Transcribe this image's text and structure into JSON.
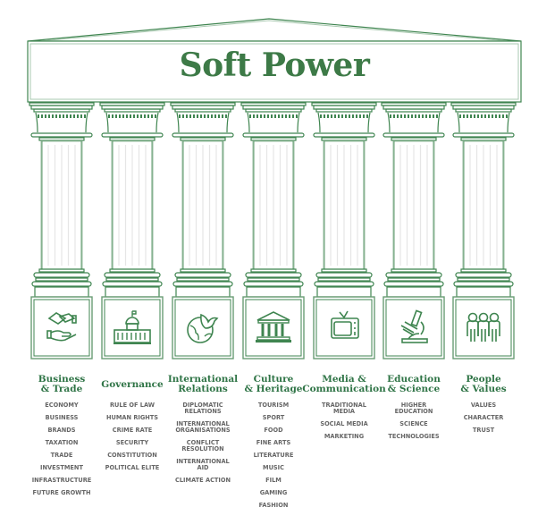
{
  "title": "Soft Power",
  "colors": {
    "green": "#3d7a47",
    "line": "#3f8550",
    "text": "#666666"
  },
  "pillars": [
    {
      "heading": "Business\n& Trade",
      "icon": "handshake-money-icon",
      "items": [
        "ECONOMY",
        "BUSINESS",
        "BRANDS",
        "TAXATION",
        "TRADE",
        "INVESTMENT",
        "INFRASTRUCTURE",
        "FUTURE GROWTH"
      ]
    },
    {
      "heading": "Governance",
      "icon": "capitol-building-icon",
      "items": [
        "RULE OF LAW",
        "HUMAN RIGHTS",
        "CRIME RATE",
        "SECURITY",
        "CONSTITUTION",
        "POLITICAL ELITE"
      ]
    },
    {
      "heading": "International\nRelations",
      "icon": "globe-dove-icon",
      "items": [
        "DIPLOMATIC\nRELATIONS",
        "INTERNATIONAL\nORGANISATIONS",
        "CONFLICT\nRESOLUTION",
        "INTERNATIONAL\nAID",
        "CLIMATE ACTION"
      ]
    },
    {
      "heading": "Culture\n& Heritage",
      "icon": "museum-icon",
      "items": [
        "TOURISM",
        "SPORT",
        "FOOD",
        "FINE ARTS",
        "LITERATURE",
        "MUSIC",
        "FILM",
        "GAMING",
        "FASHION"
      ]
    },
    {
      "heading": "Media &\nCommunication",
      "icon": "television-icon",
      "items": [
        "TRADITIONAL\nMEDIA",
        "SOCIAL MEDIA",
        "MARKETING"
      ]
    },
    {
      "heading": "Education\n& Science",
      "icon": "microscope-icon",
      "items": [
        "HIGHER\nEDUCATION",
        "SCIENCE",
        "TECHNOLOGIES"
      ]
    },
    {
      "heading": "People\n& Values",
      "icon": "people-group-icon",
      "items": [
        "VALUES",
        "CHARACTER",
        "TRUST"
      ]
    }
  ]
}
